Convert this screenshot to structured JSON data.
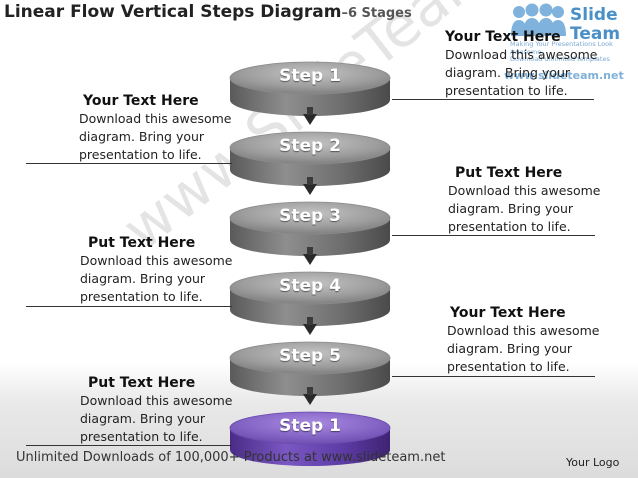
{
  "title": "Linear Flow Vertical Steps Diagram",
  "title_suffix": "–6 Stages",
  "brand": {
    "line1": "Slide",
    "line2": "Team"
  },
  "watermark_overlay": {
    "tagline1": "Making Your Presentations Look Awesome",
    "tagline2": "Download unlimited templates",
    "url": "www.slideteam.net"
  },
  "steps": [
    {
      "label": "Step 1",
      "color": "gray"
    },
    {
      "label": "Step 2",
      "color": "gray"
    },
    {
      "label": "Step 3",
      "color": "gray"
    },
    {
      "label": "Step 4",
      "color": "gray"
    },
    {
      "label": "Step 5",
      "color": "gray"
    },
    {
      "label": "Step 1",
      "color": "purple"
    }
  ],
  "text_blocks": [
    {
      "heading": "Your Text Here",
      "lines": [
        "Download this awesome",
        "diagram. Bring your",
        "presentation to life."
      ]
    },
    {
      "heading": "Your Text Here",
      "lines": [
        "Download this awesome",
        "diagram. Bring your",
        "presentation to life."
      ]
    },
    {
      "heading": "Put Text Here",
      "lines": [
        "Download this awesome",
        "diagram. Bring your",
        "presentation to life."
      ]
    },
    {
      "heading": "Put Text Here",
      "lines": [
        "Download this awesome",
        "diagram. Bring your",
        "presentation to life."
      ]
    },
    {
      "heading": "Your Text Here",
      "lines": [
        "Download this awesome",
        "diagram. Bring your",
        "presentation to life."
      ]
    },
    {
      "heading": "Put Text Here",
      "lines": [
        "Download this awesome",
        "diagram. Bring your",
        "presentation to life."
      ]
    }
  ],
  "watermark_text": "www.SlideTeam.net",
  "footer": "Unlimited Downloads of 100,000+ Products at www.slideteam.net",
  "your_logo": "Your Logo",
  "colors": {
    "gray_top": "#a8a8a8",
    "gray_side": "#6a6a6a",
    "purple_top": "#8c6fc9",
    "purple_side": "#5b3a9e",
    "brand": "#4a90c8"
  }
}
